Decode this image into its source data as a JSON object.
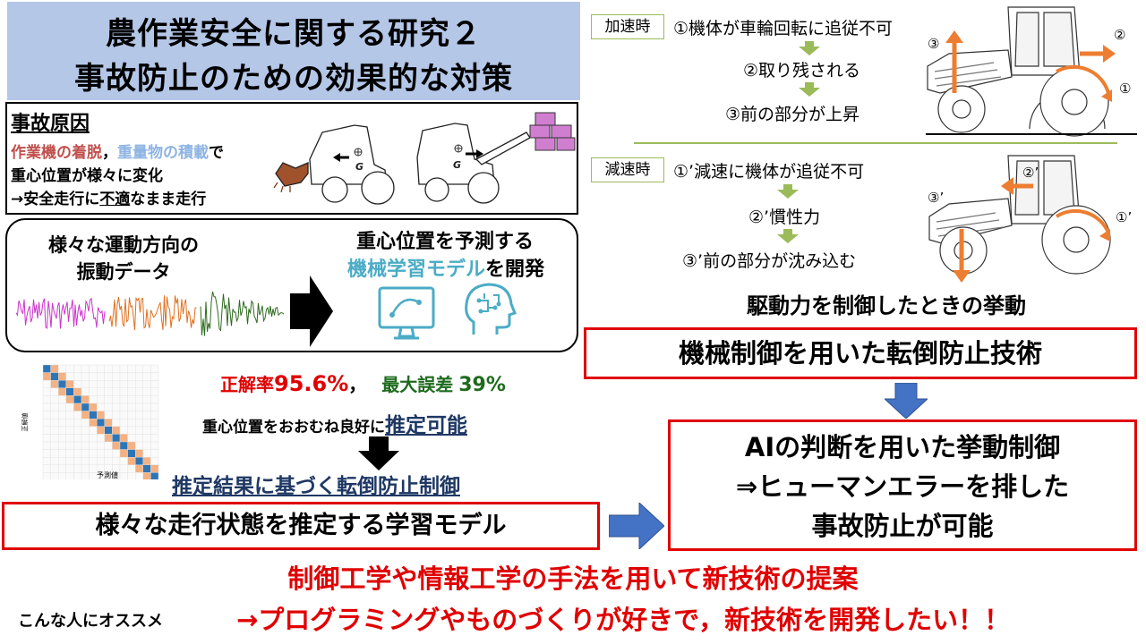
{
  "title": {
    "line1": "農作業安全に関する研究２",
    "line2": "事故防止のための効果的な対策"
  },
  "cause": {
    "heading": "事故原因",
    "line1_part1": "作業機の着脱",
    "line1_sep": "，",
    "line1_part2": "重量物の積載",
    "line1_part3": "で",
    "line2": "重心位置が様々に変化",
    "line3_pre": "→安全走行に",
    "line3_u": "不適",
    "line3_post": "なまま走行",
    "g_label": "G"
  },
  "ml": {
    "left_line1": "様々な運動方向の",
    "left_line2": "振動データ",
    "right_line1": "重心位置を予測する",
    "right_line2_accent": "機械学習モデル",
    "right_line2_post": "を開発"
  },
  "results": {
    "accuracy_label": "正解率",
    "accuracy_value": "95.6%",
    "sep": "，",
    "error_label": "最大誤差",
    "error_value": "39%",
    "estimate_pre": "重心位置をおおむね良好に",
    "estimate_post": "推定可能",
    "cm_ylabel": "正解値",
    "cm_xlabel": "予測値"
  },
  "rollover_control": "推定結果に基づく転倒防止制御",
  "learning_model": "様々な走行状態を推定する学習モデル",
  "accel": {
    "tag": "加速時",
    "step1": "①機体が車輪回転に追従不可",
    "step2": "②取り残される",
    "step3": "③前の部分が上昇",
    "n1": "①",
    "n2": "②",
    "n3": "③"
  },
  "decel": {
    "tag": "減速時",
    "step1": "①’減速に機体が追従不可",
    "step2": "②’慣性力",
    "step3": "③’前の部分が沈み込む",
    "n1": "①’",
    "n2": "②’",
    "n3": "③’"
  },
  "drive_caption": "駆動力を制御したときの挙動",
  "mech_control": "機械制御を用いた転倒防止技術",
  "ai_control": {
    "line1": "AIの判断を用いた挙動制御",
    "line2": "⇒ヒューマンエラーを排した",
    "line3": "事故防止が可能"
  },
  "proposal": "制御工学や情報工学の手法を用いて新技術の提案",
  "recommend": {
    "label": "こんな人にオススメ",
    "text": "→プログラミングやものづくりが好きで，新技術を開発したい！！"
  },
  "colors": {
    "title_bg": "#b4c7e7",
    "red": "#e00000",
    "brown_text": "#c0504d",
    "blue_text": "#8eb4e3",
    "accent_cyan": "#4bacc6",
    "green_text": "#1e6b1e",
    "arrow_blue": "#4472c4",
    "orange": "#ed7d31",
    "green_arrow": "#9bbb59",
    "navy": "#1f3864"
  }
}
